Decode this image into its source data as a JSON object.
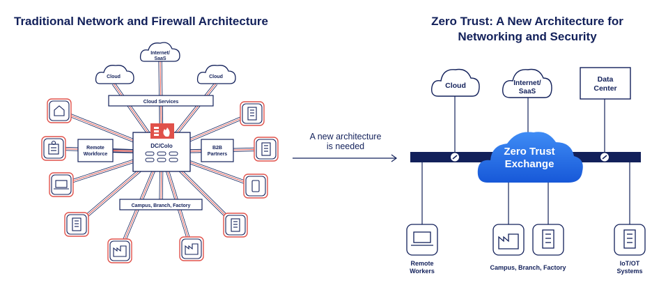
{
  "left": {
    "title": "Traditional Network and Firewall Architecture",
    "internet": [
      "Internet/",
      "SaaS"
    ],
    "cloud_left": "Cloud",
    "cloud_right": "Cloud",
    "cloud_services": "Cloud Services",
    "dc": "DC/Colo",
    "remote": [
      "Remote",
      "Workforce"
    ],
    "b2b": [
      "B2B",
      "Partners"
    ],
    "campus": "Campus, Branch, Factory"
  },
  "middle": {
    "caption": [
      "A new architecture",
      "is needed"
    ]
  },
  "right": {
    "title": [
      "Zero Trust: A New Architecture for",
      "Networking and Security"
    ],
    "cloud": "Cloud",
    "internet": [
      "Internet/",
      "SaaS"
    ],
    "datacenter": [
      "Data",
      "Center"
    ],
    "zte": [
      "Zero Trust",
      "Exchange"
    ],
    "remote": [
      "Remote",
      "Workers"
    ],
    "campus": "Campus, Branch, Factory",
    "iot": [
      "IoT/OT",
      "Systems"
    ]
  },
  "colors": {
    "navy": "#12205a",
    "accent_red": "#e0514a",
    "zte_blue": "#1f6fe5"
  }
}
